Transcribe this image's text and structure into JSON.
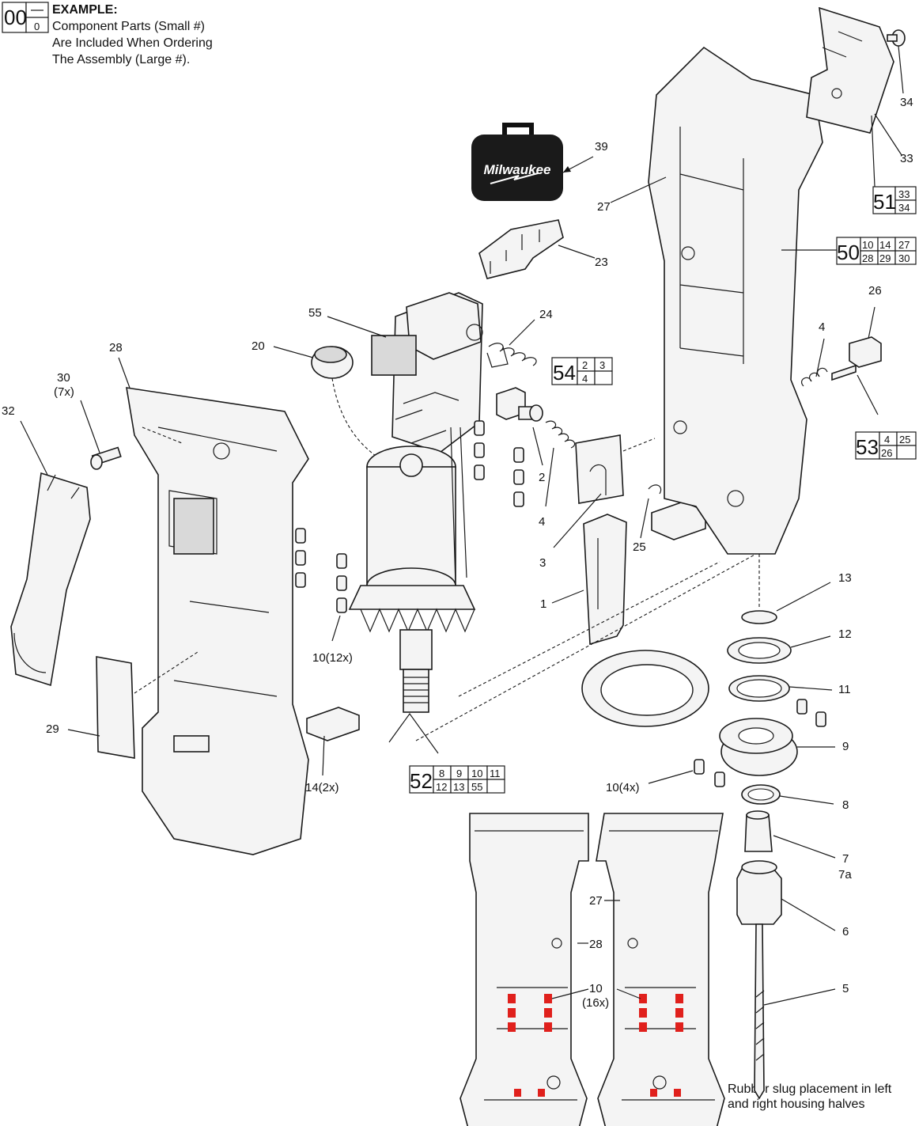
{
  "example": {
    "big_number": "00",
    "small_number": "0",
    "heading": "EXAMPLE:",
    "line1": "Component Parts (Small #)",
    "line2": "Are Included When Ordering",
    "line3": "The Assembly (Large #)."
  },
  "case_brand": "Milwaukee",
  "callouts": {
    "c1": "1",
    "c2": "2",
    "c3": "3",
    "c4a": "4",
    "c4b": "4",
    "c5": "5",
    "c6": "6",
    "c7": "7",
    "c7a": "7a",
    "c8": "8",
    "c9": "9",
    "c10_12x": "10(12x)",
    "c10_4x": "10(4x)",
    "c10": "10",
    "c16x": "(16x)",
    "c11": "11",
    "c12": "12",
    "c13": "13",
    "c14": "14(2x)",
    "c20": "20",
    "c23": "23",
    "c24": "24",
    "c25": "25",
    "c26": "26",
    "c27": "27",
    "c27b": "27",
    "c28": "28",
    "c28b": "28",
    "c29": "29",
    "c30": "30",
    "c30b": "(7x)",
    "c32": "32",
    "c33": "33",
    "c34": "34",
    "c39": "39",
    "c55": "55"
  },
  "assemblies": {
    "a51": {
      "number": "51",
      "parts": [
        "33",
        "34"
      ]
    },
    "a50": {
      "number": "50",
      "parts": [
        "10",
        "14",
        "27",
        "28",
        "29",
        "30"
      ]
    },
    "a54": {
      "number": "54",
      "parts": [
        "2",
        "3",
        "4",
        ""
      ]
    },
    "a53": {
      "number": "53",
      "parts": [
        "4",
        "25",
        "26",
        ""
      ]
    },
    "a52": {
      "number": "52",
      "parts": [
        "8",
        "9",
        "10",
        "11",
        "12",
        "13",
        "55",
        ""
      ]
    }
  },
  "note": "Rubber slug placement in left and right housing halves"
}
